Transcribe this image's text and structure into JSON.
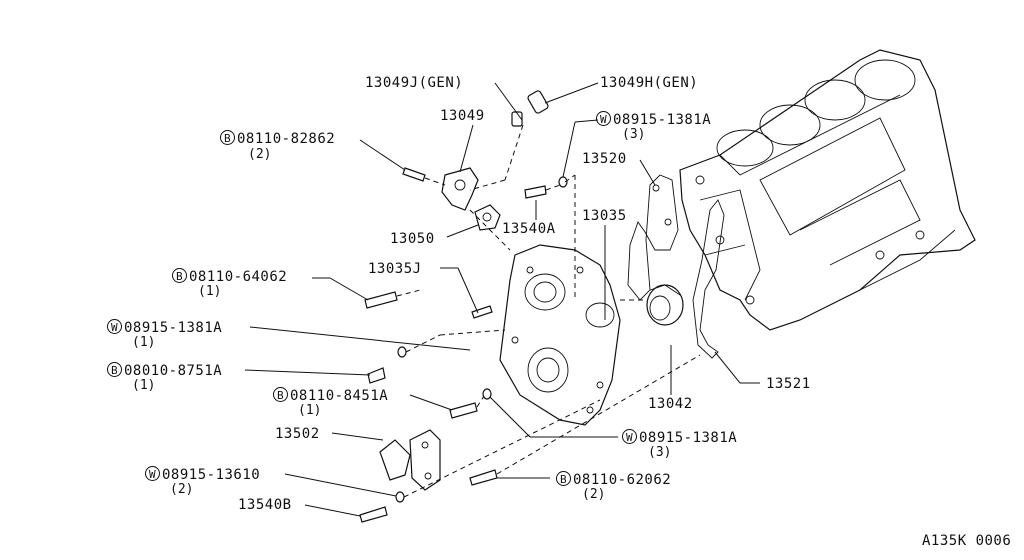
{
  "labels": {
    "p13049j": "13049J(GEN)",
    "p13049h": "13049H(GEN)",
    "p13049": "13049",
    "b08110_82862": "08110-82862",
    "b08110_82862_qty": "(2)",
    "w08915_1381a_top": "08915-1381A",
    "w08915_1381a_top_qty": "(3)",
    "p13520": "13520",
    "p13035": "13035",
    "p13540a": "13540A",
    "p13050": "13050",
    "p13035j": "13035J",
    "b08110_64062": "08110-64062",
    "b08110_64062_qty": "(1)",
    "w08915_1381a_mid": "08915-1381A",
    "w08915_1381a_mid_qty": "(1)",
    "b08010_8751a": "08010-8751A",
    "b08010_8751a_qty": "(1)",
    "b08110_8451a": "08110-8451A",
    "b08110_8451a_qty": "(1)",
    "p13042": "13042",
    "p13521": "13521",
    "w08915_1381a_low": "08915-1381A",
    "w08915_1381a_low_qty": "(3)",
    "p13502": "13502",
    "w08915_13610": "08915-13610",
    "w08915_13610_qty": "(2)",
    "b08110_62062": "08110-62062",
    "b08110_62062_qty": "(2)",
    "p13540b": "13540B",
    "figure_code": "A135K 0006"
  },
  "prefixes": {
    "bolt": "B",
    "washer": "W"
  },
  "icons": {
    "bolt_prefix": "circled-b-icon",
    "washer_prefix": "circled-w-icon"
  }
}
